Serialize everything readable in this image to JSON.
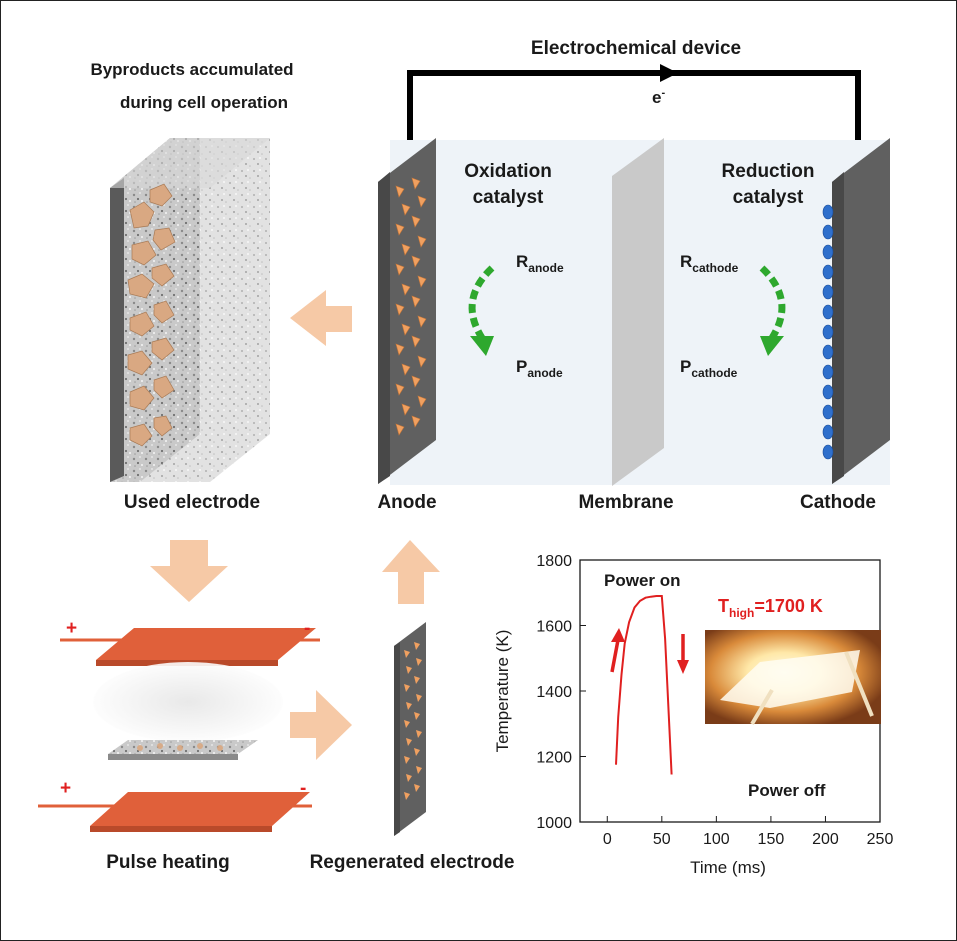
{
  "title": "Electrochemical device",
  "electron_label": "e",
  "electron_superscript": "-",
  "byproducts_line1": "Byproducts accumulated",
  "byproducts_line2": "during cell operation",
  "oxidation_line1": "Oxidation",
  "oxidation_line2": "catalyst",
  "reduction_line1": "Reduction",
  "reduction_line2": "catalyst",
  "r_anode": {
    "base": "R",
    "sub": "anode"
  },
  "p_anode": {
    "base": "P",
    "sub": "anode"
  },
  "r_cathode": {
    "base": "R",
    "sub": "cathode"
  },
  "p_cathode": {
    "base": "P",
    "sub": "cathode"
  },
  "labels": {
    "used_electrode": "Used electrode",
    "anode": "Anode",
    "membrane": "Membrane",
    "cathode": "Cathode",
    "pulse_heating": "Pulse heating",
    "regenerated_electrode": "Regenerated electrode"
  },
  "polarity": {
    "plus": "+",
    "minus": "-"
  },
  "colors": {
    "arrow_fill": "#f6c9a6",
    "heater_plate": "#e0603a",
    "catalyst": "#f0a060",
    "cathode_catalyst": "#2f6fcc",
    "curve": "#e02020",
    "green": "#2ea82e"
  },
  "chart_data": {
    "type": "line",
    "xlabel": "Time (ms)",
    "ylabel": "Temperature (K)",
    "xlim": [
      -25,
      250
    ],
    "ylim": [
      1000,
      1800
    ],
    "xticks": [
      0,
      50,
      100,
      150,
      200,
      250
    ],
    "yticks": [
      1000,
      1200,
      1400,
      1600,
      1800
    ],
    "annotations": {
      "power_on": "Power on",
      "power_off": "Power off",
      "thigh_base": "T",
      "thigh_sub": "high",
      "thigh_value": "=1700 K"
    },
    "series": [
      {
        "x": [
          8,
          10,
          13,
          16,
          20,
          25,
          30,
          35,
          40,
          45,
          50,
          53,
          55,
          57,
          59
        ],
        "y": [
          1175,
          1320,
          1450,
          1545,
          1610,
          1655,
          1675,
          1685,
          1688,
          1690,
          1690,
          1560,
          1420,
          1280,
          1145
        ]
      }
    ]
  }
}
